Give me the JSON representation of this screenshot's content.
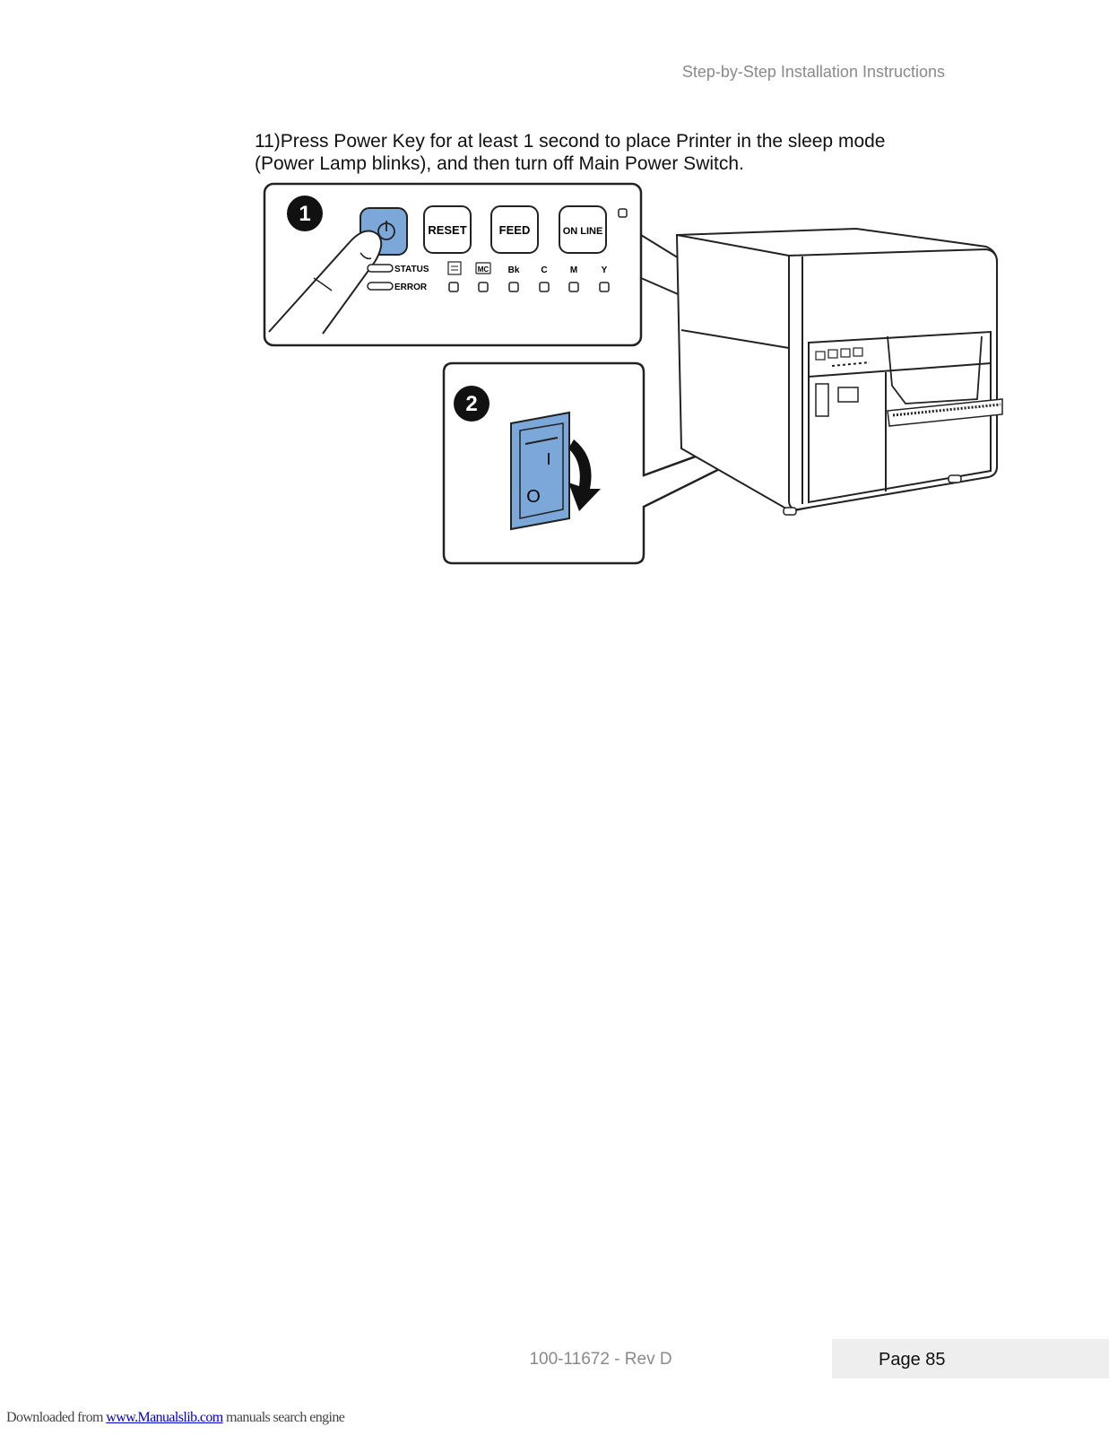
{
  "header": {
    "title": "Step-by-Step Installation Instructions"
  },
  "step": {
    "line1": "11)Press Power Key for at least 1 second to place Printer in the sleep mode",
    "line2": "(Power Lamp blinks), and then turn off Main Power Switch."
  },
  "figure": {
    "callout1": "1",
    "callout2": "2",
    "buttons": {
      "reset": "RESET",
      "feed": "FEED",
      "online": "ON LINE"
    },
    "lamps": {
      "status": "STATUS",
      "error": "ERROR"
    },
    "ink_labels": [
      "MC",
      "Bk",
      "C",
      "M",
      "Y"
    ],
    "switch_marks": {
      "on": "I",
      "off": "O"
    },
    "colors": {
      "highlight": "#7ba7d9",
      "outline": "#222222"
    }
  },
  "footer": {
    "doc_number": "100-11672 - Rev D",
    "page": "Page 85",
    "download_prefix": "Downloaded from ",
    "download_link": "www.Manualslib.com",
    "download_suffix": " manuals search engine"
  }
}
